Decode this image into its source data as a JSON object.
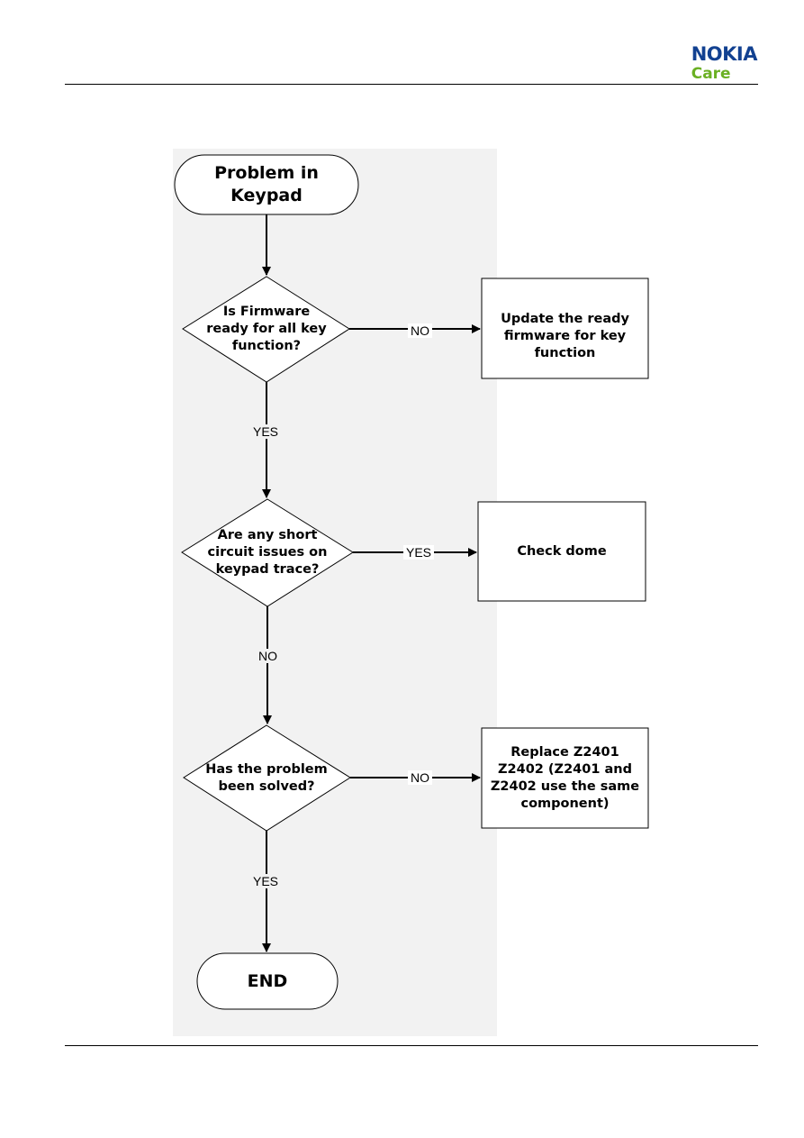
{
  "header": {
    "logo_brand": "NOKIA",
    "logo_sub": "Care",
    "brand_color": "#124191",
    "sub_color": "#6ab023"
  },
  "flowchart": {
    "start": {
      "label": "Problem in\nKeypad"
    },
    "decision_firmware": {
      "label": "Is Firmware\nready for all key\nfunction?"
    },
    "action_update_firmware": {
      "label": "Update the ready\nfirmware for key\nfunction"
    },
    "decision_short_circuit": {
      "label": "Are any short\ncircuit issues on\nkeypad trace?"
    },
    "action_check_dome": {
      "label": "Check dome"
    },
    "decision_solved": {
      "label": "Has the problem\nbeen solved?"
    },
    "action_replace": {
      "label": "Replace Z2401\nZ2402 (Z2401 and\nZ2402 use the same\ncomponent)"
    },
    "end": {
      "label": "END"
    },
    "edges": {
      "firmware_no": "NO",
      "firmware_yes": "YES",
      "short_yes": "YES",
      "short_no": "NO",
      "solved_no": "NO",
      "solved_yes": "YES"
    }
  }
}
